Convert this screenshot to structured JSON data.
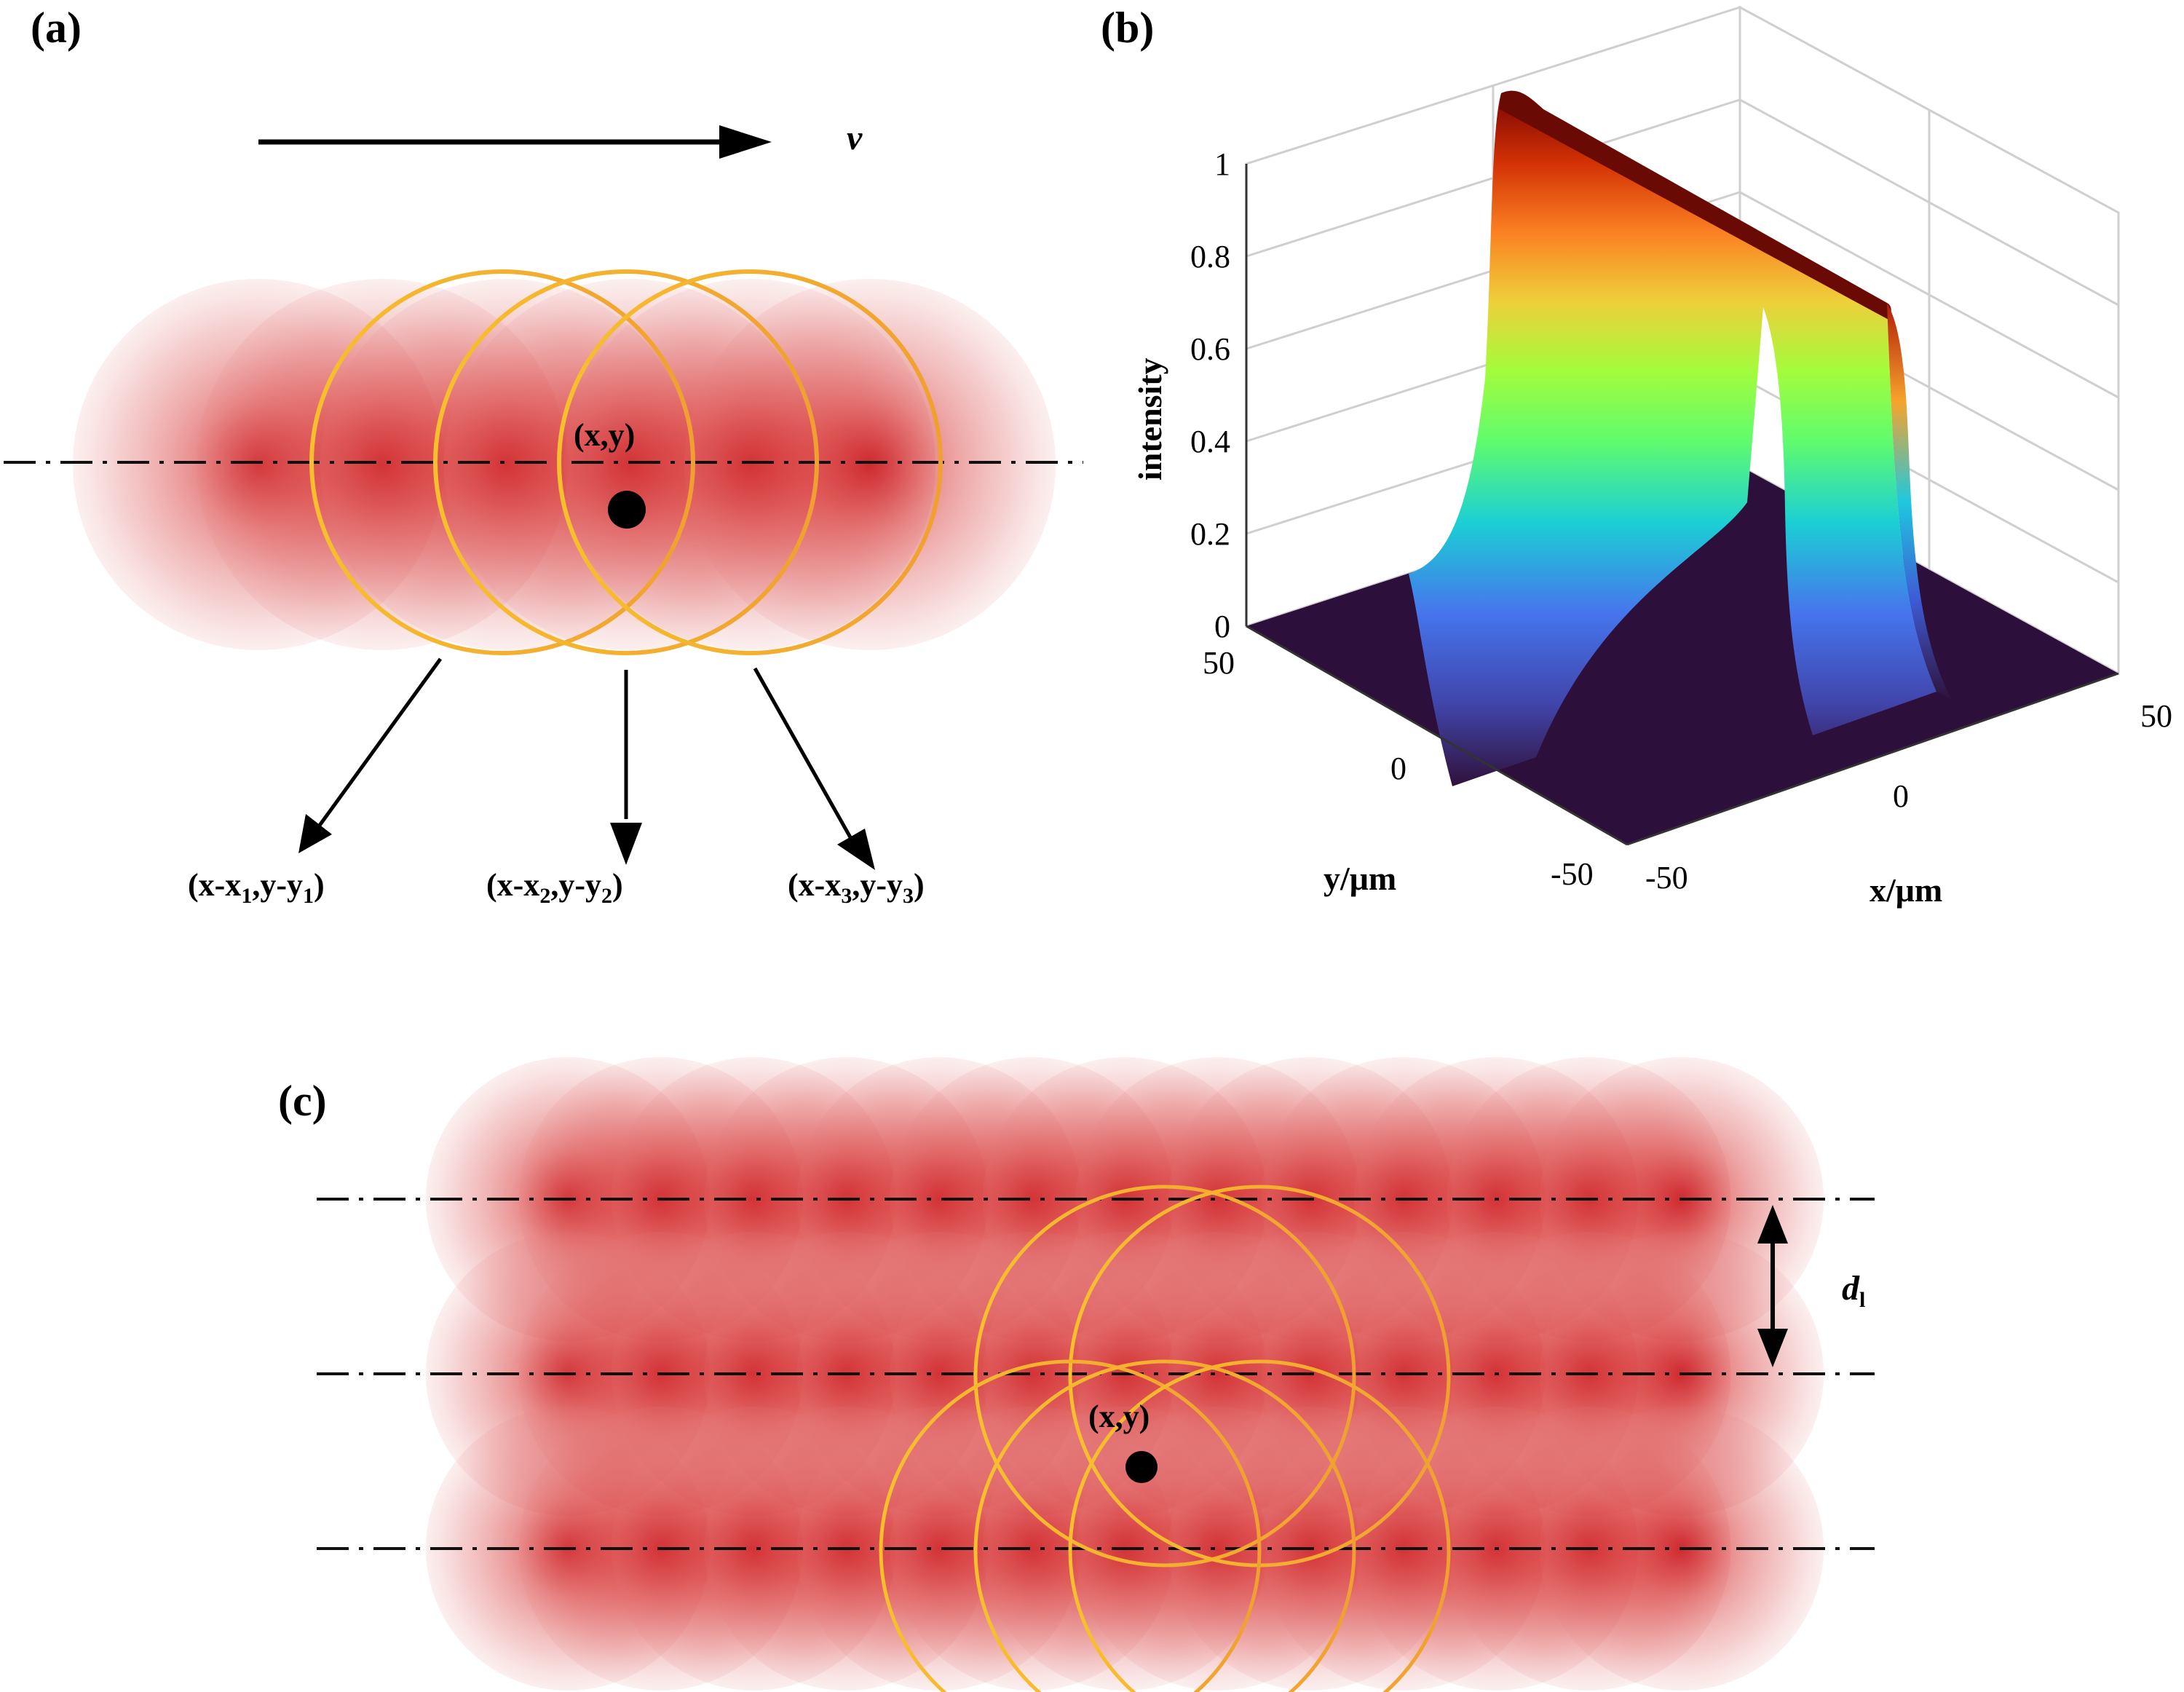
{
  "panels": {
    "a": {
      "label": "(a)",
      "velocity_label": "v",
      "point_label": "(x,y)",
      "offset_labels": [
        {
          "base": "(x-x",
          "sub1": "1",
          "mid": ",y-y",
          "sub2": "1",
          "end": ")"
        },
        {
          "base": "(x-x",
          "sub1": "2",
          "mid": ",y-y",
          "sub2": "2",
          "end": ")"
        },
        {
          "base": "(x-x",
          "sub1": "3",
          "mid": ",y-y",
          "sub2": "3",
          "end": ")"
        }
      ]
    },
    "b": {
      "label": "(b)",
      "z_axis_label": "intensity",
      "x_axis_label": "x/μm",
      "y_axis_label": "y/μm",
      "z_ticks": [
        "0",
        "0.2",
        "0.4",
        "0.6",
        "0.8",
        "1"
      ],
      "x_ticks": [
        "-50",
        "0",
        "50"
      ],
      "y_ticks": [
        "-50",
        "0",
        "50"
      ]
    },
    "c": {
      "label": "(c)",
      "point_label": "(x,y)",
      "spacing_label": "d",
      "spacing_sub": "l"
    }
  },
  "colors": {
    "spot_red": "#d42020",
    "ring_orange": "#f2a630",
    "ring_yellow": "#f7bf2e",
    "surface_floor": "#2c0f3a"
  }
}
